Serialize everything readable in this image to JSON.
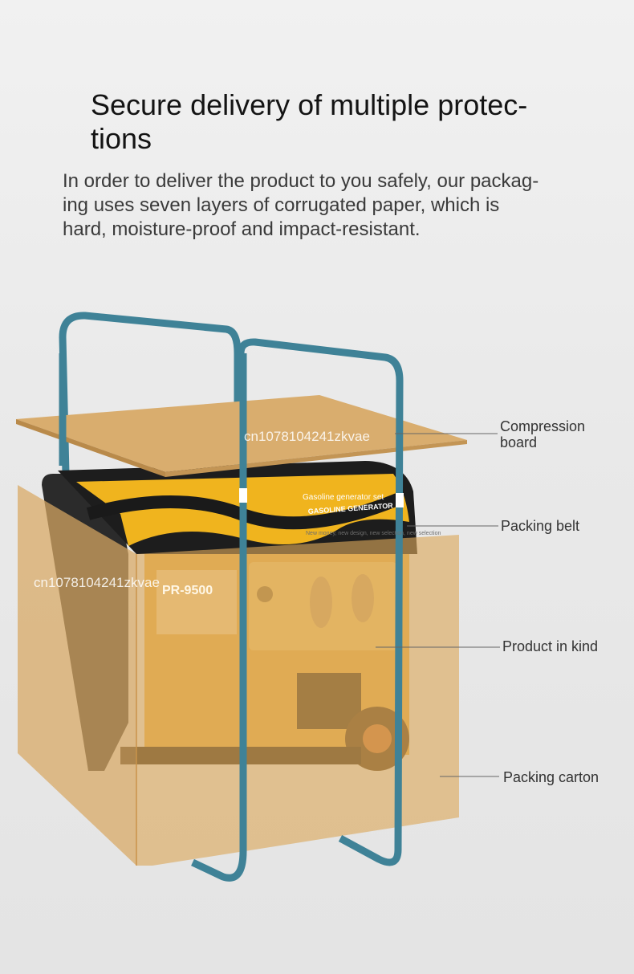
{
  "heading": "Secure delivery of multiple protec-\ntions",
  "intro": "In order to deliver the product to you safely, our packag-\ning uses seven layers of corrugated paper, which is\nhard, moisture-proof and impact-resistant.",
  "callouts": {
    "compression_board": "Compression\nboard",
    "packing_belt": "Packing belt",
    "product_in_kind": "Product in kind",
    "packing_carton": "Packing carton"
  },
  "watermarks": [
    "cn1078104241zkvae",
    "cn1078104241zkvae"
  ],
  "product_labels": {
    "model": "PR-9500",
    "name_cn_subtitle": "Gasoline generator set",
    "name": "GASOLINE GENERATOR",
    "tagline": "New money, new design, new selection, new selection"
  },
  "colors": {
    "belt": "#3f8297",
    "board": "#d9ad6e",
    "carton": "#d8a862",
    "generator_yellow": "#f0b41e",
    "frame": "#2a2a2a"
  }
}
